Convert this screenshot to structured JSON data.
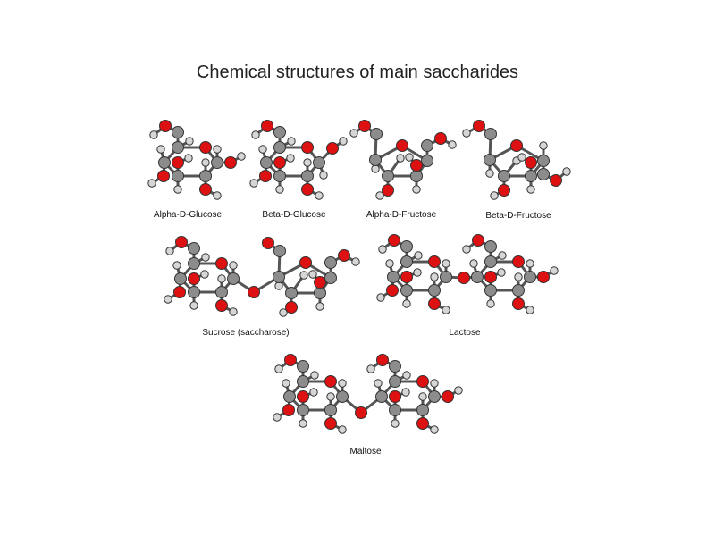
{
  "title": "Chemical structures of main saccharides",
  "colors": {
    "carbon": "#8c8c8c",
    "oxygen": "#dd1111",
    "hydrogen": "#d6d6d6",
    "bond": "#555555",
    "outline": "#333333"
  },
  "molecules": [
    {
      "id": "alpha-d-glucose",
      "name": "Alpha-D-Glucose",
      "ring": "pyranose"
    },
    {
      "id": "beta-d-glucose",
      "name": "Beta-D-Glucose",
      "ring": "pyranose"
    },
    {
      "id": "alpha-d-fructose",
      "name": "Alpha-D-Fructose",
      "ring": "furanose"
    },
    {
      "id": "beta-d-fructose",
      "name": "Beta-D-Fructose",
      "ring": "furanose"
    },
    {
      "id": "sucrose",
      "name": "Sucrose (saccharose)",
      "ring": "pyranose+furanose"
    },
    {
      "id": "lactose",
      "name": "Lactose",
      "ring": "pyranose+pyranose"
    },
    {
      "id": "maltose",
      "name": "Maltose",
      "ring": "pyranose+pyranose"
    }
  ]
}
